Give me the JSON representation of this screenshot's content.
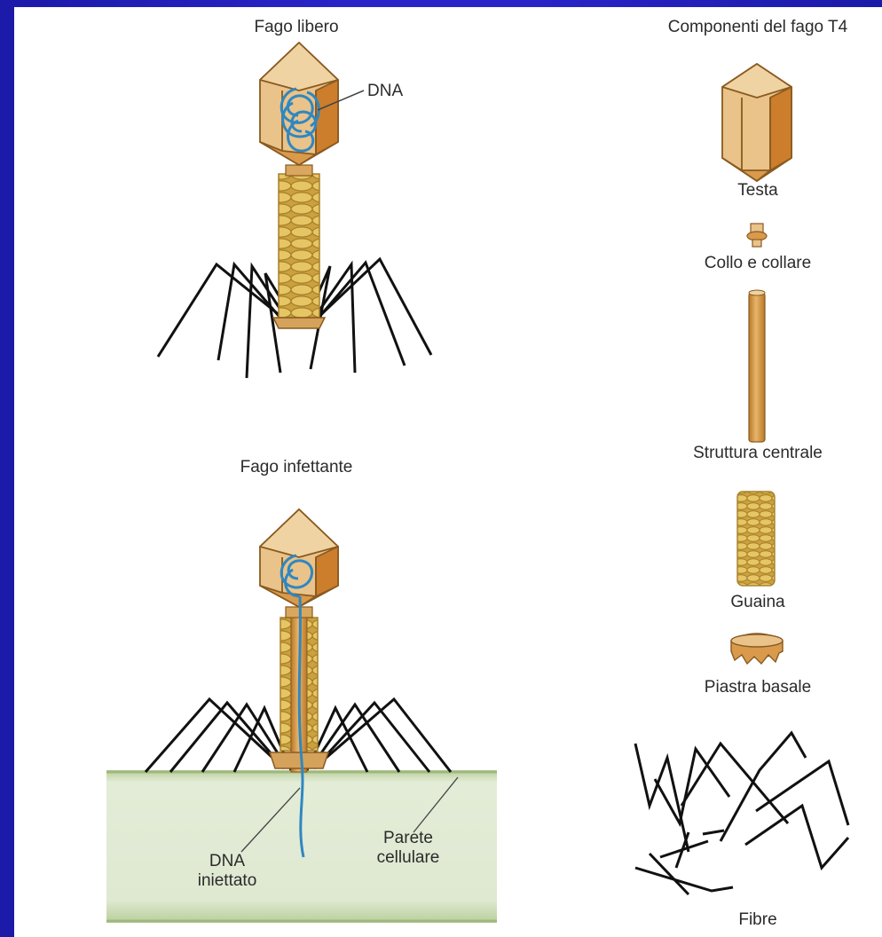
{
  "colors": {
    "background": "#2a24c8",
    "capsid_light": "#e9c389",
    "capsid_dark": "#cc7e2c",
    "sheath": "#d9b04c",
    "dna": "#2f87c2",
    "fibers": "#111111",
    "cell_wall": "#dde8cf"
  },
  "labels": {
    "free_phage": "Fago libero",
    "dna": "DNA",
    "infecting_phage": "Fago infettante",
    "injected_dna_line1": "DNA",
    "injected_dna_line2": "iniettato",
    "cell_wall_line1": "Parete",
    "cell_wall_line2": "cellulare",
    "t4_components": "Componenti del fago T4",
    "head": "Testa",
    "neck_collar": "Collo e collare",
    "core": "Struttura centrale",
    "sheath": "Guaina",
    "baseplate": "Piastra basale",
    "fibers": "Fibre"
  }
}
